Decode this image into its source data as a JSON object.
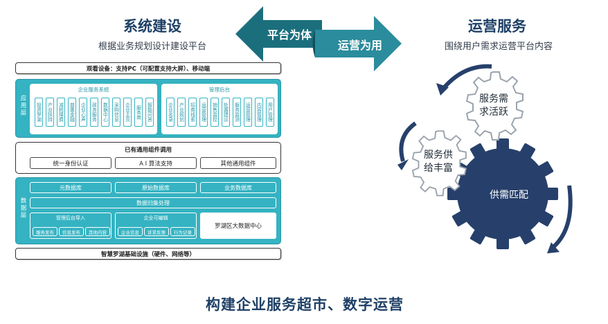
{
  "left_heading": {
    "title": "系统建设",
    "subtitle": "根据业务规划设计建设平台"
  },
  "right_heading": {
    "title": "运营服务",
    "subtitle": "围绕用户需求运营平台内容"
  },
  "arrows": {
    "left_label": "平台为体",
    "right_label": "运营为用"
  },
  "architecture": {
    "top_bar": "观看设备：支持PC（可配置支持大屏）、移动端",
    "app_layer": {
      "side_label": "应用层",
      "enterprise": {
        "title": "企业服务系统",
        "cells": [
          "投资罗湖",
          "产业扶持",
          "减税降费",
          "普惠金融",
          "企业心声",
          "政务服务",
          "数据中心",
          "采购信息",
          "企业主页",
          "服务商",
          "智能问答"
        ]
      },
      "admin": {
        "title": "管理后台",
        "cells": [
          "企业名录",
          "产业规划",
          "招商线索",
          "运营管理",
          "销售监控",
          "处置建议",
          "服务监测",
          "运营管理",
          "内容管理",
          "用户管理"
        ]
      }
    },
    "common_layer": {
      "title": "已有通用组件调用",
      "items": [
        "统一身份认证",
        "A I 算法支持",
        "其他通用组件"
      ]
    },
    "data_layer": {
      "side_label": "数据层",
      "dbs": [
        "元数据库",
        "原始数据库",
        "业务数据库"
      ],
      "process": "数据归集处理",
      "import_box": {
        "title": "管理后台导入",
        "items": [
          "服务发布",
          "信息发布",
          "其他内容"
        ]
      },
      "edit_box": {
        "title": "企业可编辑",
        "items": [
          "企业信息",
          "诉求反馈",
          "行为记录"
        ]
      },
      "center": "罗湖区大数据中心"
    },
    "bottom_bar": "智慧罗湖基础设施（硬件、网络等）"
  },
  "gears": {
    "top": "服务需求活跃",
    "middle": "服务供给丰富",
    "big": "供需匹配"
  },
  "bottom_title": "构建企业服务超市、数字运营",
  "colors": {
    "teal": "#35b3c2",
    "dark_teal": "#1b6f7d",
    "navy": "#27406b"
  }
}
